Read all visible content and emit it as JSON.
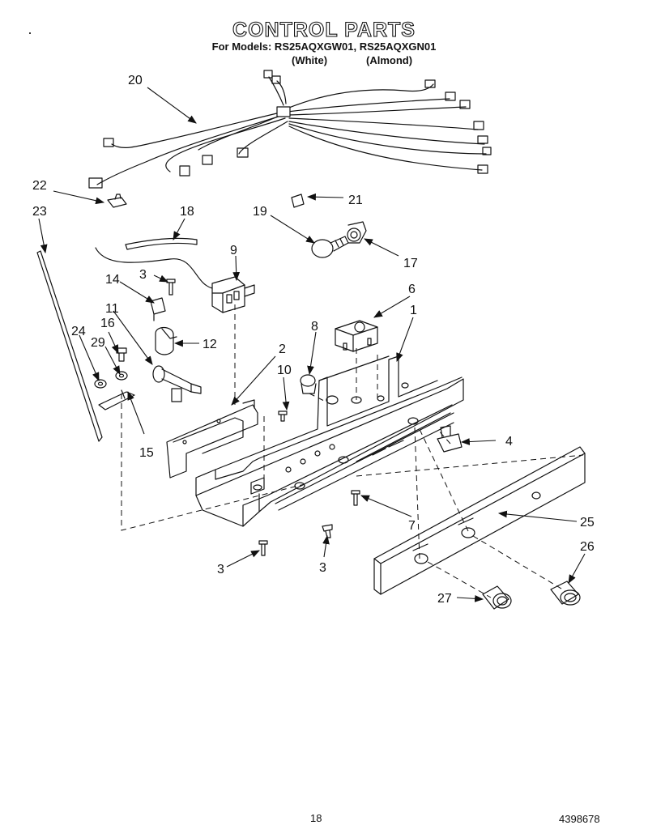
{
  "header": {
    "title": "CONTROL PARTS",
    "subtitle": "For Models: RS25AQXGW01, RS25AQXGN01",
    "variant_white": "(White)",
    "variant_almond": "(Almond)"
  },
  "callouts": [
    "20",
    "22",
    "23",
    "21",
    "19",
    "18",
    "17",
    "9",
    "3",
    "14",
    "11",
    "12",
    "24",
    "16",
    "29",
    "6",
    "1",
    "8",
    "2",
    "10",
    "15",
    "4",
    "7",
    "25",
    "26",
    "3",
    "3",
    "27"
  ],
  "footer": {
    "page_number": "18",
    "document_number": "4398678"
  }
}
